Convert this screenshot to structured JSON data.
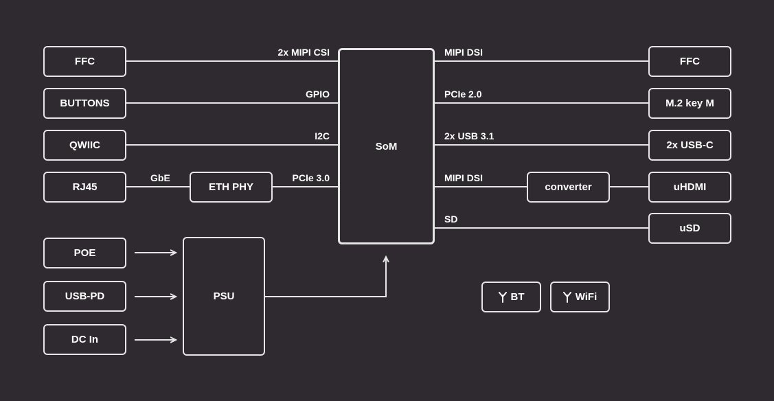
{
  "left": {
    "ffc": "FFC",
    "buttons": "BUTTONS",
    "qwiic": "QWIIC",
    "rj45": "RJ45",
    "eth_phy": "ETH PHY",
    "poe": "POE",
    "usb_pd": "USB-PD",
    "dc_in": "DC In",
    "psu": "PSU"
  },
  "center": {
    "som": "SoM"
  },
  "right": {
    "ffc": "FFC",
    "m2": "M.2 key M",
    "usbc": "2x USB-C",
    "converter": "converter",
    "uhdmi": "uHDMI",
    "usd": "uSD"
  },
  "links": {
    "mipi_csi": "2x MIPI CSI",
    "gpio": "GPIO",
    "i2c": "I2C",
    "gbe": "GbE",
    "pcie3": "PCIe 3.0",
    "mipi_dsi_1": "MIPI DSI",
    "pcie2": "PCIe 2.0",
    "usb31": "2x USB 3.1",
    "mipi_dsi_2": "MIPI DSI",
    "sd": "SD"
  },
  "wireless": {
    "bt": "BT",
    "wifi": "WiFi"
  },
  "colors": {
    "background": "#2e2a2f",
    "stroke": "#e6e6e6",
    "text": "#ffffff"
  }
}
